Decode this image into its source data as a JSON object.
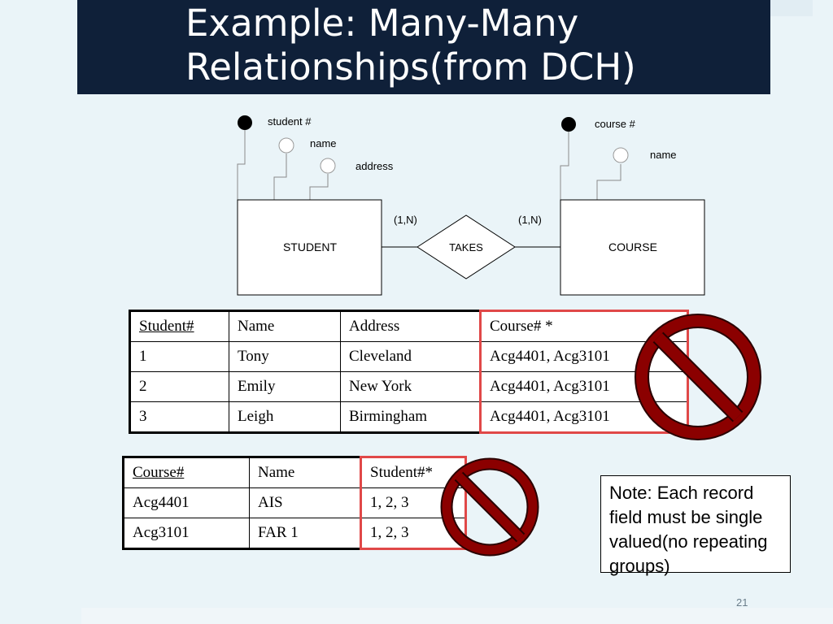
{
  "slide": {
    "title": "Example: Many-Many\nRelationships(from DCH)",
    "page_number": "21"
  },
  "er_diagram": {
    "entity_left": "STUDENT",
    "entity_right": "COURSE",
    "relationship": "TAKES",
    "card_left": "(1,N)",
    "card_right": "(1,N)",
    "student_attrs": [
      "student #",
      "name",
      "address"
    ],
    "course_attrs": [
      "course #",
      "name"
    ]
  },
  "student_table": {
    "headers": [
      "Student#",
      "Name",
      "Address",
      "Course# *"
    ],
    "rows": [
      [
        "1",
        "Tony",
        "Cleveland",
        "Acg4401, Acg3101"
      ],
      [
        "2",
        "Emily",
        "New York",
        "Acg4401, Acg3101"
      ],
      [
        "3",
        "Leigh",
        "Birmingham",
        "Acg4401, Acg3101"
      ]
    ]
  },
  "course_table": {
    "headers": [
      "Course#",
      "Name",
      "Student#*"
    ],
    "rows": [
      [
        "Acg4401",
        "AIS",
        "1, 2, 3"
      ],
      [
        "Acg3101",
        "FAR 1",
        "1, 2, 3"
      ]
    ]
  },
  "note": {
    "text": "Note:  Each record field must be single valued(no repeating groups)"
  },
  "colors": {
    "title_bar": "#0f2039",
    "prohibition": "#8b0000",
    "highlight_border": "#e04848"
  }
}
